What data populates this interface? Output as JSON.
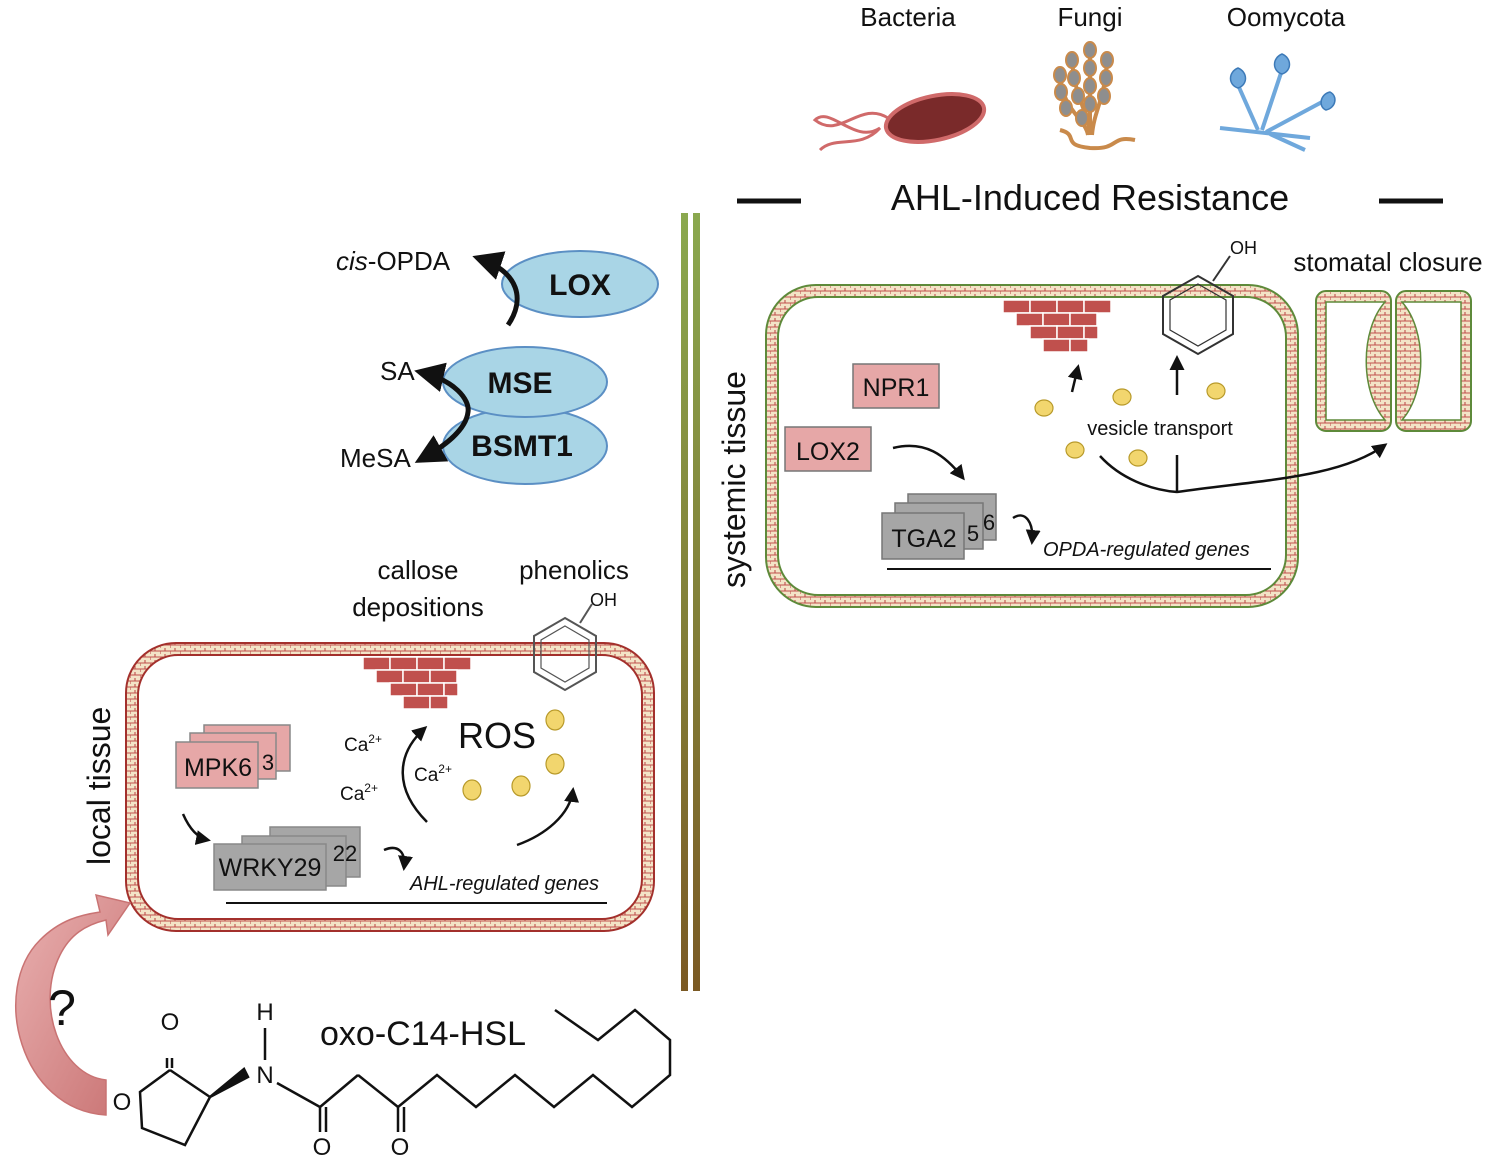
{
  "header": {
    "organisms": [
      "Bacteria",
      "Fungi",
      "Oomycota"
    ],
    "title": "AHL-Induced Resistance"
  },
  "pathway": {
    "cis_opda_italic": "cis",
    "cis_opda_rest": "-OPDA",
    "lox": "LOX",
    "sa": "SA",
    "mse": "MSE",
    "mesa": "MeSA",
    "bsmt1": "BSMT1"
  },
  "systemic": {
    "side_label": "systemic tissue",
    "stomatal": "stomatal closure",
    "npr1": "NPR1",
    "lox2": "LOX2",
    "tga_main": "TGA2",
    "tga_num1": "5",
    "tga_num2": "6",
    "vesicle": "vesicle transport",
    "genes": "OPDA-regulated genes"
  },
  "local": {
    "side_label": "local tissue",
    "callose_line1": "callose",
    "callose_line2": "depositions",
    "phenolics": "phenolics",
    "ros": "ROS",
    "ca": "Ca",
    "ca_sup": "2+",
    "mpk_main": "MPK6",
    "mpk_num": "3",
    "wrky_main": "WRKY29",
    "wrky_num": "22",
    "genes": "AHL-regulated genes"
  },
  "molecule": {
    "name": "oxo-C14-HSL",
    "question": "?",
    "atom_o": "O",
    "atom_n": "N",
    "atom_h": "H"
  },
  "colors": {
    "ellipse_fill": "#a9d5e6",
    "ellipse_stroke": "#5b8fc4",
    "pink_box": "#e6a7a7",
    "gray_box": "#a6a6a6",
    "brick": "#c0504d",
    "local_border": "#a3302c",
    "systemic_border": "#5e8a3a",
    "vesicle": "#f2d66e",
    "bacteria_body": "#7a2a2a",
    "fungi": "#c98a4b",
    "oomycota": "#6fa8dc"
  }
}
